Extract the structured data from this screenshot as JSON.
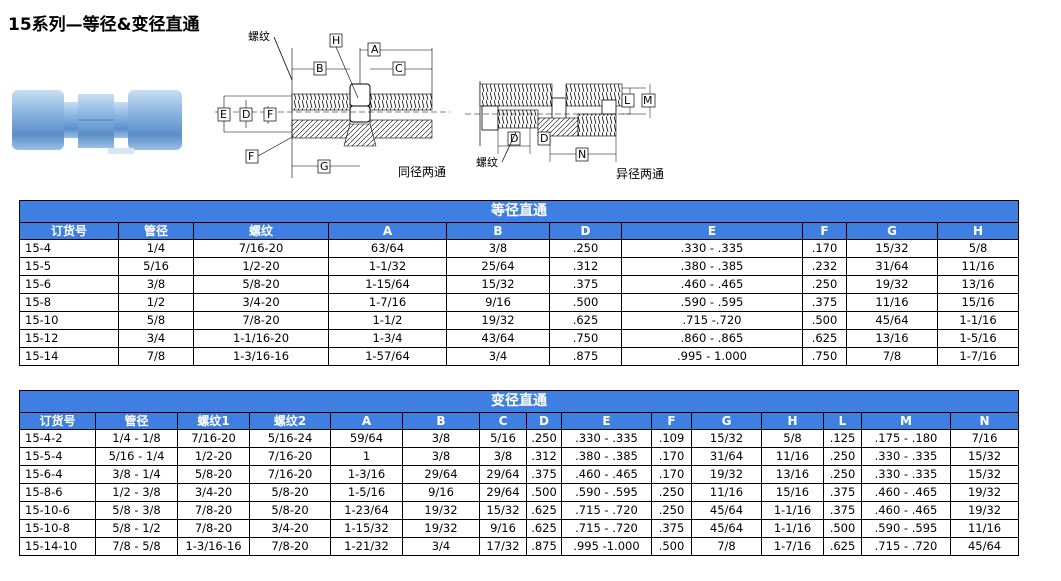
{
  "page": {
    "title": "15系列—等径&变径直通"
  },
  "drawing": {
    "thread_label": "螺纹",
    "equal_caption": "同径两通",
    "reducing_caption": "异径两通",
    "dim_labels": {
      "H": "H",
      "A": "A",
      "B": "B",
      "C": "C",
      "E": "E",
      "D": "D",
      "F": "F",
      "G": "G",
      "N": "N",
      "L": "L",
      "M": "M"
    }
  },
  "colors": {
    "header_bg": "#3f7fe2",
    "header_text": "#ffffff",
    "photo_blue": "#7aa9d8"
  },
  "tables": {
    "equal": {
      "title": "等径直通",
      "headers": [
        "订货号",
        "管径",
        "螺纹",
        "A",
        "B",
        "D",
        "E",
        "F",
        "G",
        "H"
      ],
      "rows": [
        [
          "15-4",
          "1/4",
          "7/16-20",
          "63/64",
          "3/8",
          ".250",
          ".330 - .335",
          ".170",
          "15/32",
          "5/8"
        ],
        [
          "15-5",
          "5/16",
          "1/2-20",
          "1-1/32",
          "25/64",
          ".312",
          ".380 - .385",
          ".232",
          "31/64",
          "11/16"
        ],
        [
          "15-6",
          "3/8",
          "5/8-20",
          "1-15/64",
          "15/32",
          ".375",
          ".460 - .465",
          ".250",
          "19/32",
          "13/16"
        ],
        [
          "15-8",
          "1/2",
          "3/4-20",
          "1-7/16",
          "9/16",
          ".500",
          ".590 - .595",
          ".375",
          "11/16",
          "15/16"
        ],
        [
          "15-10",
          "5/8",
          "7/8-20",
          "1-1/2",
          "19/32",
          ".625",
          ".715 -.720",
          ".500",
          "45/64",
          "1-1/16"
        ],
        [
          "15-12",
          "3/4",
          "1-1/16-20",
          "1-3/4",
          "43/64",
          ".750",
          ".860 - .865",
          ".625",
          "13/16",
          "1-5/16"
        ],
        [
          "15-14",
          "7/8",
          "1-3/16-16",
          "1-57/64",
          "3/4",
          ".875",
          ".995 - 1.000",
          ".750",
          "7/8",
          "1-7/16"
        ]
      ]
    },
    "reducing": {
      "title": "变径直通",
      "headers": [
        "订货号",
        "管径",
        "螺纹1",
        "螺纹2",
        "A",
        "B",
        "C",
        "D",
        "E",
        "F",
        "G",
        "H",
        "L",
        "M",
        "N"
      ],
      "rows": [
        [
          "15-4-2",
          "1/4 - 1/8",
          "7/16-20",
          "5/16-24",
          "59/64",
          "3/8",
          "5/16",
          ".250",
          ".330 - .335",
          ".109",
          "15/32",
          "5/8",
          ".125",
          ".175 - .180",
          "7/16"
        ],
        [
          "15-5-4",
          "5/16 - 1/4",
          "1/2-20",
          "7/16-20",
          "1",
          "3/8",
          "3/8",
          ".312",
          ".380 - .385",
          ".170",
          "31/64",
          "11/16",
          ".250",
          ".330 - .335",
          "15/32"
        ],
        [
          "15-6-4",
          "3/8 - 1/4",
          "5/8-20",
          "7/16-20",
          "1-3/16",
          "29/64",
          "29/64",
          ".375",
          ".460 - .465",
          ".170",
          "19/32",
          "13/16",
          ".250",
          ".330 - .335",
          "15/32"
        ],
        [
          "15-8-6",
          "1/2 - 3/8",
          "3/4-20",
          "5/8-20",
          "1-5/16",
          "9/16",
          "29/64",
          ".500",
          ".590 - .595",
          ".250",
          "11/16",
          "15/16",
          ".375",
          ".460 - .465",
          "19/32"
        ],
        [
          "15-10-6",
          "5/8 - 3/8",
          "7/8-20",
          "5/8-20",
          "1-23/64",
          "19/32",
          "15/32",
          ".625",
          ".715 - .720",
          ".250",
          "45/64",
          "1-1/16",
          ".375",
          ".460 - .465",
          "19/32"
        ],
        [
          "15-10-8",
          "5/8 - 1/2",
          "7/8-20",
          "3/4-20",
          "1-15/32",
          "19/32",
          "9/16",
          ".625",
          ".715 - .720",
          ".375",
          "45/64",
          "1-1/16",
          ".500",
          ".590 - .595",
          "11/16"
        ],
        [
          "15-14-10",
          "7/8 - 5/8",
          "1-3/16-16",
          "7/8-20",
          "1-21/32",
          "3/4",
          "17/32",
          ".875",
          ".995 -1.000",
          ".500",
          "7/8",
          "1-7/16",
          ".625",
          ".715 - .720",
          "45/64"
        ]
      ]
    }
  }
}
